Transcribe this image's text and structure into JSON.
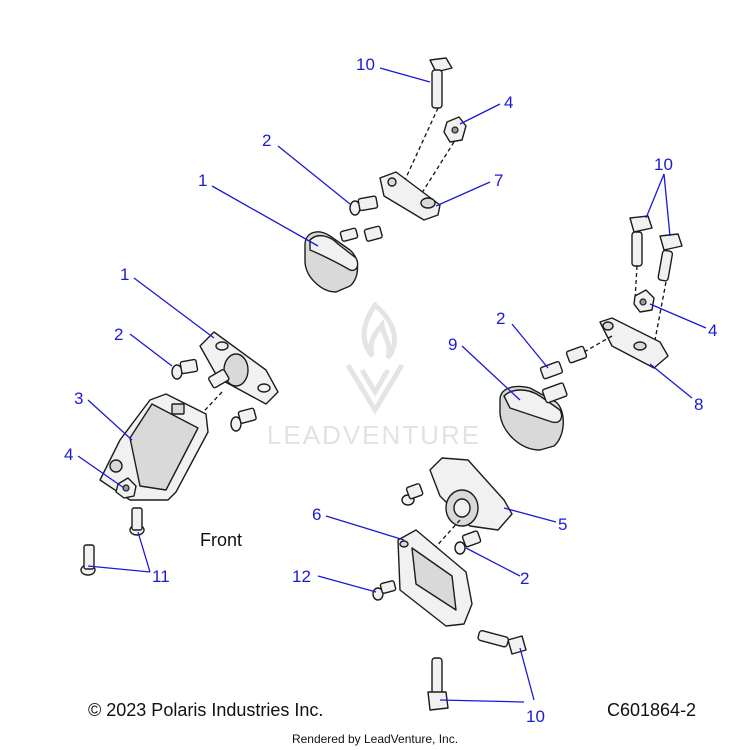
{
  "watermark": {
    "text": "LEADVENTURE"
  },
  "diagram": {
    "front_label": "Front",
    "callouts": {
      "c10_top": "10",
      "c4_top": "4",
      "c2_top": "2",
      "c1_top": "1",
      "c7": "7",
      "c10_right": "10",
      "c1_left": "1",
      "c2_left": "2",
      "c2_right": "2",
      "c4_right": "4",
      "c9": "9",
      "c8": "8",
      "c3": "3",
      "c4_left": "4",
      "c6": "6",
      "c5": "5",
      "c11": "11",
      "c12": "12",
      "c2_bottom": "2",
      "c10_bottom": "10"
    }
  },
  "footer": {
    "copyright": "© 2023 Polaris Industries Inc.",
    "figure_id": "C601864-2",
    "rendered_by": "Rendered by LeadVenture, Inc."
  },
  "colors": {
    "callout": "#1a1ad6",
    "line_art": "#1c1c1c",
    "watermark": "#e2e2e2"
  }
}
